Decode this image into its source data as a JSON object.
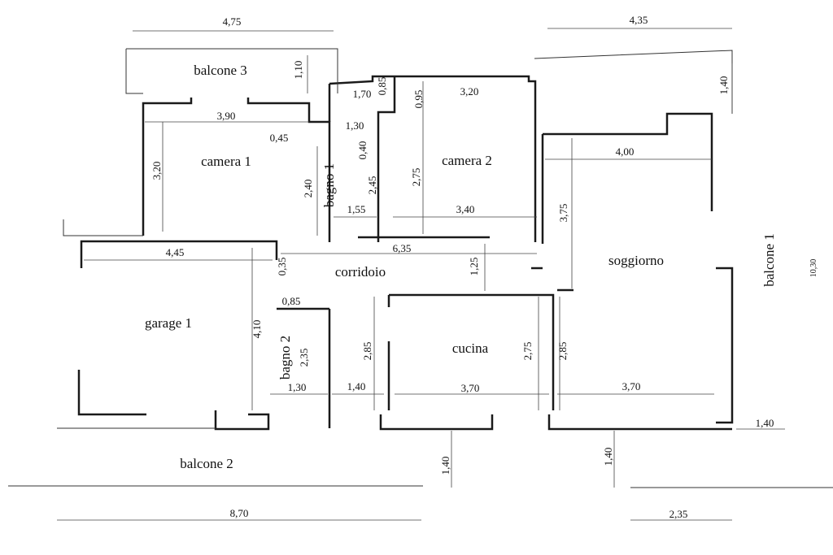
{
  "rooms": {
    "balcone_3": "balcone 3",
    "camera_1": "camera 1",
    "camera_2": "camera 2",
    "bagno_1": "bagno 1",
    "corridoio": "corridoio",
    "soggiorno": "soggiorno",
    "garage_1": "garage 1",
    "bagno_2": "bagno 2",
    "cucina": "cucina",
    "balcone_2": "balcone 2",
    "balcone_1": "balcone 1"
  },
  "dimensions": {
    "top_left_width": "4,75",
    "top_right_width": "4,35",
    "balcone3_depth": "1,10",
    "top_right_balcony_depth": "1,40",
    "bagno1_top_width": "1,70",
    "bagno1_top_depth": "0,85",
    "camera2_top_offset": "0,95",
    "camera2_top_width": "3,20",
    "camera1_width": "3,90",
    "camera1_height": "3,20",
    "camera1_offset": "0,45",
    "bagno1_mid_width": "1,30",
    "bagno1_step": "0,40",
    "bagno1_height": "2,45",
    "camera1_lower_height": "2,40",
    "camera2_height": "2,75",
    "soggiorno_top_width": "4,00",
    "soggiorno_upper_height": "3,75",
    "bagno1_width": "1,55",
    "camera2_width": "3,40",
    "garage_width": "4,45",
    "corridor_length": "6,35",
    "corridor_step": "0,35",
    "corridor_depth": "1,25",
    "bagno2_top_width": "0,85",
    "garage_height": "4,10",
    "bagno2_height": "2,35",
    "corridor_lower_height": "2,85",
    "cucina_height": "2,75",
    "soggiorno_lower_height": "2,85",
    "bagno2_width": "1,30",
    "corridor_width": "1,40",
    "cucina_width": "3,70",
    "soggiorno_width": "3,70",
    "balcone1_right_depth": "1,40",
    "balcone2_depth_a": "1,40",
    "balcone2_depth_b": "1,40",
    "balcone2_width": "8,70",
    "bottom_right_width": "2,35",
    "total_height": "10,30"
  }
}
